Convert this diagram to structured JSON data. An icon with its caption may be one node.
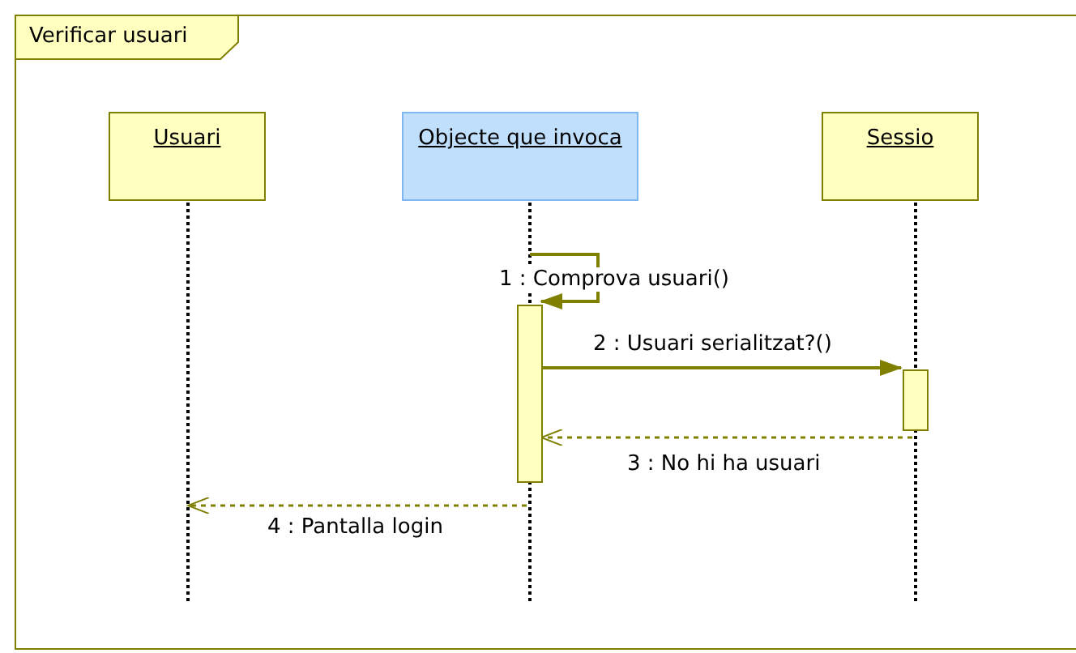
{
  "diagram": {
    "nodes": [
      {
        "text": [
          "Verificar usuari"
        ]
      },
      {
        "text": [
          "Usuari"
        ],
        "in": 0
      },
      {
        "text": [
          "Objecte que invoca"
        ],
        "in": 0
      },
      {
        "text": [
          "Sessio"
        ],
        "in": 0
      },
      {
        "text": [],
        "shape": "line",
        "in": 0
      },
      {
        "text": [],
        "shape": "line",
        "in": 0
      },
      {
        "text": [],
        "shape": "line",
        "in": 0
      },
      {
        "text": [],
        "shape": "bar",
        "in": 0
      },
      {
        "text": [],
        "shape": "bar",
        "in": 0
      }
    ],
    "edges": [
      {
        "from": 5,
        "to": 7,
        "arrow": "to",
        "label": "1 : Comprova usuari()"
      },
      {
        "from": 7,
        "to": 8,
        "arrow": "to",
        "label": "2 : Usuari serialitzat?()"
      },
      {
        "from": 6,
        "to": 7,
        "arrow": "to",
        "label": "3 : No hi ha usuari",
        "style": "dashed"
      },
      {
        "from": 5,
        "to": 4,
        "arrow": "to",
        "label": "4 : Pantalla login",
        "style": "dashed"
      }
    ]
  }
}
